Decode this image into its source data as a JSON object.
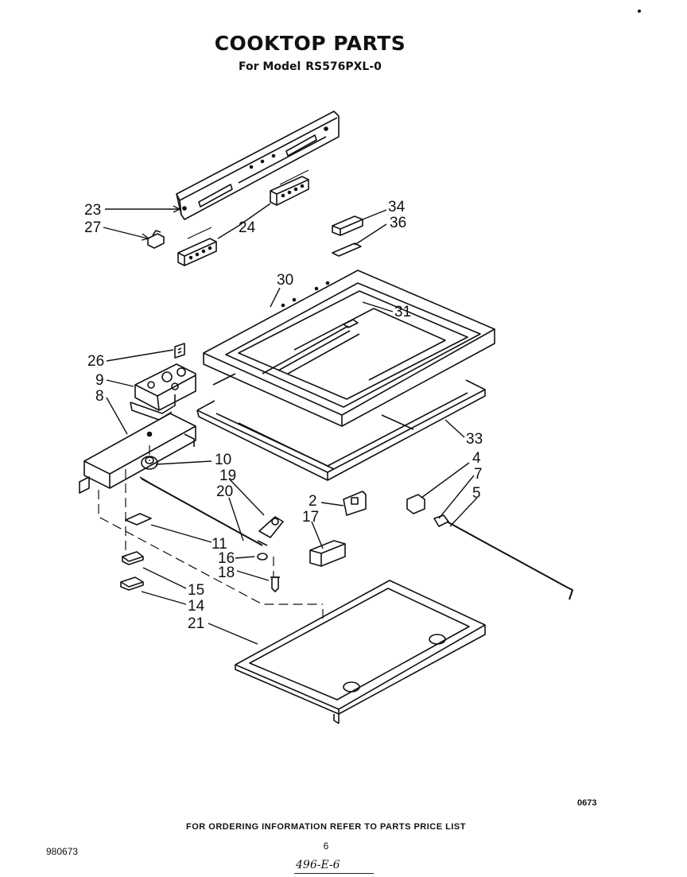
{
  "header": {
    "title": "COOKTOP PARTS",
    "model_prefix": "For Model",
    "model": "RS576PXL-0"
  },
  "callouts": [
    "23",
    "27",
    "24",
    "34",
    "36",
    "30",
    "31",
    "26",
    "9",
    "8",
    "33",
    "4",
    "10",
    "7",
    "19",
    "5",
    "20",
    "2",
    "17",
    "11",
    "16",
    "18",
    "15",
    "14",
    "21"
  ],
  "footer": {
    "code": "0673",
    "ordering_info": "FOR ORDERING INFORMATION REFER TO PARTS PRICE LIST",
    "page_number": "6",
    "doc_number": "980673",
    "handwritten": "496-E-6"
  }
}
